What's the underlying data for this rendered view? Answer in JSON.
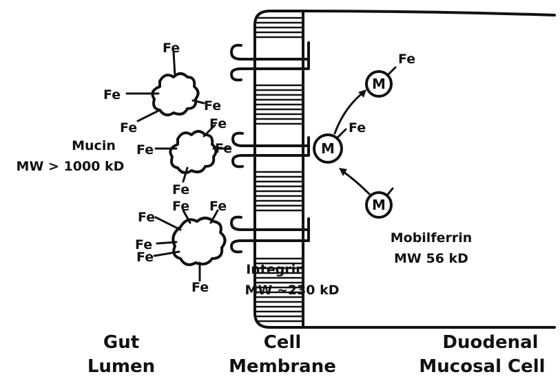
{
  "regions": {
    "gut_lumen": [
      "Gut",
      "Lumen"
    ],
    "cell_membrane": [
      "Cell",
      "Membrane"
    ],
    "mucosal_cell": [
      "Duodenal",
      "Mucosal Cell"
    ]
  },
  "mucin": {
    "name": "Mucin",
    "mw": "MW > 1000 kD",
    "fe_label": "Fe"
  },
  "integrin": {
    "name": "Integrin",
    "mw": "MW ~230 kD"
  },
  "mobilferrin": {
    "name": "Mobilferrin",
    "mw": "MW 56 kD",
    "symbol": "M"
  },
  "colors": {
    "ink": "#111111",
    "background": "#ffffff"
  }
}
